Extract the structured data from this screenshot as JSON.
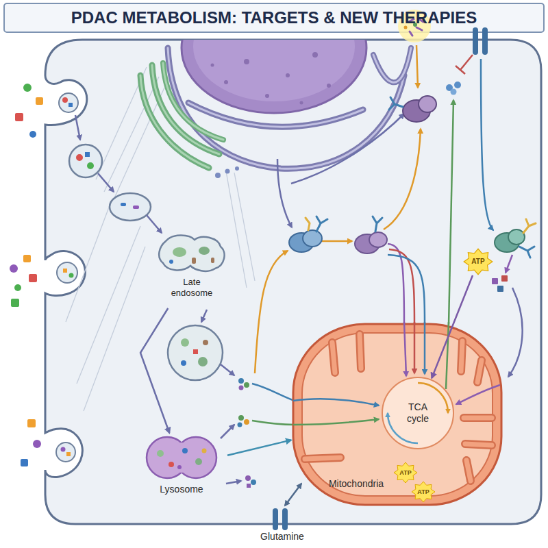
{
  "diagram": {
    "title": "PDAC METABOLISM: TARGETS & NEW THERAPIES",
    "nodes": [
      {
        "text": [
          "Late endosome"
        ]
      },
      {
        "text": [
          "Lysosome"
        ]
      },
      {
        "text": [
          "Mitochondria"
        ]
      },
      {
        "text": [
          "TCA cycle"
        ],
        "in": 2
      },
      {
        "text": [
          "ATP"
        ]
      },
      {
        "text": [
          "ATP"
        ]
      },
      {
        "text": [
          "ATP"
        ]
      }
    ],
    "edges": [
      {
        "from": 0,
        "to": 1,
        "arrow": "to"
      },
      {
        "from": 1,
        "to": 2,
        "arrow": "to"
      },
      {
        "from": 4,
        "to": 3,
        "arrow": "to"
      }
    ],
    "labels": [
      "Glutamine"
    ]
  }
}
